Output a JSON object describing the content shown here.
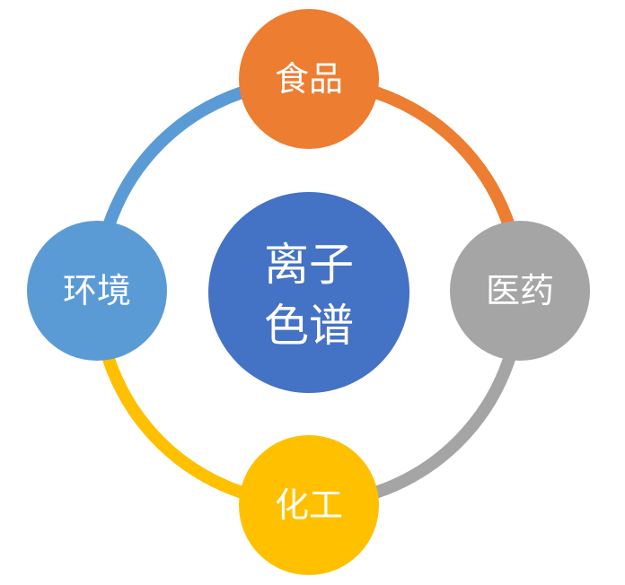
{
  "center": {
    "line1": "离子",
    "line2": "色谱",
    "color": "#4472C4"
  },
  "nodes": {
    "top": {
      "label": "食品",
      "color": "#ED7D31"
    },
    "right": {
      "label": "医药",
      "color": "#A5A5A5"
    },
    "bottom": {
      "label": "化工",
      "color": "#FFC000"
    },
    "left": {
      "label": "环境",
      "color": "#5B9BD5"
    }
  },
  "text_color": "#FFFFFF"
}
